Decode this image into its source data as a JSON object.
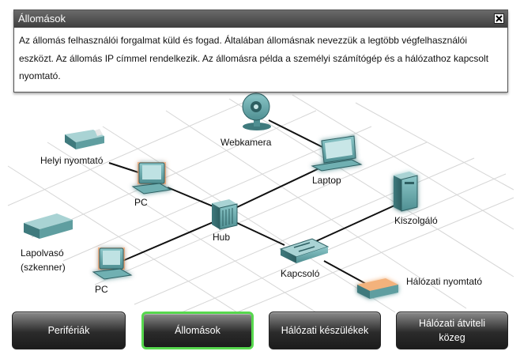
{
  "window": {
    "title": "Állomások",
    "description": "Az állomás felhasználói forgalmat küld és fogad. Általában állomásnak nevezzük a legtöbb végfelhasználói eszközt. Az állomás IP címmel rendelkezik. Az állomásra példa a személyi számítógép és a hálózathoz kapcsolt nyomtató."
  },
  "devices": {
    "local_printer": "Helyi nyomtató",
    "pc_top": "PC",
    "webcam": "Webkamera",
    "laptop": "Laptop",
    "hub": "Hub",
    "server": "Kiszolgáló",
    "scanner_line1": "Lapolvasó",
    "scanner_line2": "(szkenner)",
    "pc_bottom": "PC",
    "switch": "Kapcsoló",
    "network_printer": "Hálózati nyomtató"
  },
  "tabs": [
    {
      "label": "Perifériák",
      "active": false
    },
    {
      "label": "Állomások",
      "active": true
    },
    {
      "label": "Hálózati készülékek",
      "active": false
    },
    {
      "label_line1": "Hálózati átviteli",
      "label_line2": "közeg",
      "active": false
    }
  ],
  "colors": {
    "device": "#5f9ea0",
    "highlight": "#f08c3a",
    "active_tab_border": "#57d84e"
  }
}
